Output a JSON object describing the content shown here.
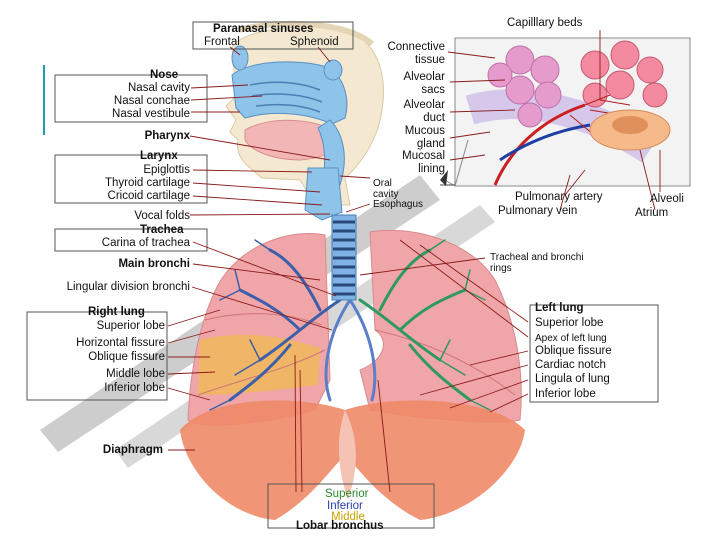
{
  "labels": {
    "paranasal_sinuses": "Paranasal sinuses",
    "frontal": "Frontal",
    "sphenoid": "Sphenoid",
    "nose": "Nose",
    "nasal_cavity": "Nasal cavity",
    "nasal_conchae": "Nasal conchae",
    "nasal_vestibule": "Nasal vestibule",
    "pharynx": "Pharynx",
    "larynx": "Larynx",
    "epiglottis": "Epiglottis",
    "thyroid_cartilage": "Thyroid cartilage",
    "cricoid_cartilage": "Cricoid cartilage",
    "oral_cavity": "Oral\ncavity",
    "esophagus": "Esophagus",
    "vocal_folds": "Vocal folds",
    "trachea": "Trachea",
    "carina": "Carina of trachea",
    "main_bronchi": "Main bronchi",
    "lingular_division": "Lingular division bronchi",
    "tracheal_rings": "Tracheal and bronchi\nrings",
    "right_lung": "Right lung",
    "r_superior_lobe": "Superior lobe",
    "horizontal_fissure": "Horizontal fissure",
    "r_oblique_fissure": "Oblique fissure",
    "middle_lobe": "Middle lobe",
    "r_inferior_lobe": "Inferior lobe",
    "left_lung": "Left lung",
    "l_superior_lobe": "Superior lobe",
    "apex_left_lung": "Apex of left lung",
    "l_oblique_fissure": "Oblique fissure",
    "cardiac_notch": "Cardiac notch",
    "lingula": "Lingula of lung",
    "l_inferior_lobe": "Inferior lobe",
    "diaphragm": "Diaphragm",
    "lb_superior": "Superior",
    "lb_inferior": "Inferior",
    "lb_middle": "Middle",
    "lobar_bronchus": "Lobar bronchus",
    "capillary_beds": "Capilllary beds",
    "connective_tissue": "Connective\ntissue",
    "alveolar_sacs": "Alveolar\nsacs",
    "alveolar_duct": "Alveolar\nduct",
    "mucous_gland": "Mucous\ngland",
    "mucosal_lining": "Mucosal\nlining",
    "pulmonary_artery": "Pulmonary artery",
    "pulmonary_vein": "Pulmonary vein",
    "alveoli": "Alveoli",
    "atrium": "Atrium"
  },
  "colors": {
    "lung_fill": "#f0a5a8",
    "diaphragm": "#ee8a66",
    "airway": "#7fb2e5",
    "bronchi_left": "#2e9a60",
    "bronchi_right_vessels": "#3b5fa8",
    "middle_lobe_yellow": "#f1c232",
    "lobar_superior": "#2e8b2e",
    "lobar_inferior": "#2a3fa8",
    "lobar_middle": "#c9a400",
    "watermark": "#c8c8c8",
    "accent_bar": "#1e9db0",
    "artery": "#cc1f1f",
    "vein": "#1f3fa5"
  }
}
